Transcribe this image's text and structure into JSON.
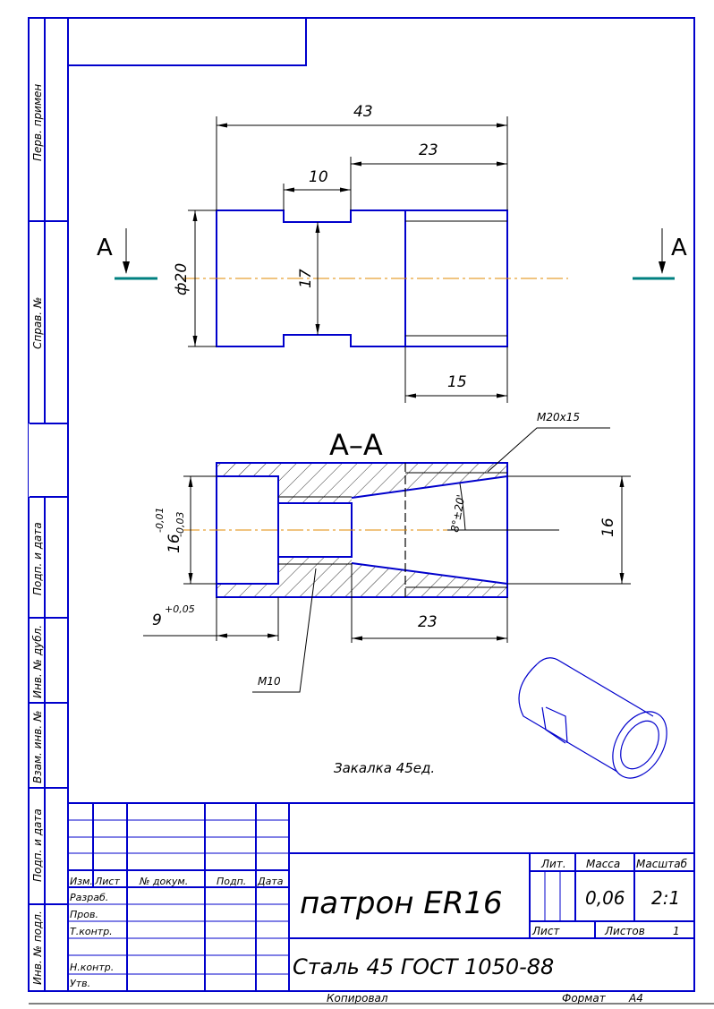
{
  "side_strip": [
    "Перв. примен",
    "Справ. №",
    "Подп. и дата",
    "Инв. № дубл.",
    "Взам. инв. №",
    "Подп. и дата",
    "Инв. № подл."
  ],
  "drawing": {
    "section_label_left": "А",
    "section_label_right": "А",
    "section_title": "А–А",
    "dims_top": {
      "total": "43",
      "right": "23",
      "groove": "10",
      "diameter": "ф20",
      "inner": "17",
      "bore": "15"
    },
    "dims_section": {
      "bore_dia": "16",
      "bore_tol_upper": "-0,01",
      "bore_tol_lower": "-0,03",
      "depth": "9",
      "depth_tol": "+0,05",
      "cone_len": "23",
      "cone_dia": "16",
      "angle": "8°±20'",
      "thread_outer": "M20x15",
      "thread_inner": "M10"
    },
    "note": "Закалка 45ед."
  },
  "title_block": {
    "headers": [
      "Изм.",
      "Лист",
      "№ докум.",
      "Подп.",
      "Дата"
    ],
    "roles": [
      "Разраб.",
      "Пров.",
      "Т.контр.",
      "",
      "Н.контр.",
      "Утв."
    ],
    "name": "патрон ER16",
    "material": "Сталь 45 ГОСТ 1050-88",
    "lit_label": "Лит.",
    "mass_label": "Масса",
    "scale_label": "Масштаб",
    "mass": "0,06",
    "scale": "2:1",
    "sheet_label": "Лист",
    "sheets_label": "Листов",
    "sheets": "1",
    "copied_label": "Копировал",
    "format_label": "Формат",
    "format": "А4"
  }
}
